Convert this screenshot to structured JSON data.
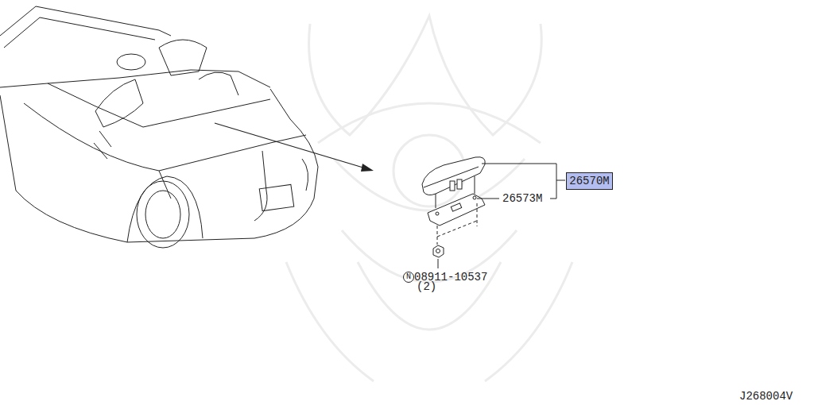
{
  "diagram": {
    "nodes": [
      {
        "text": [
          "26570M"
        ]
      },
      {
        "text": [
          "N"
        ]
      }
    ],
    "edges": [],
    "labels": [
      "26573M",
      "08911-10537",
      "(2)",
      "J268004V"
    ]
  }
}
